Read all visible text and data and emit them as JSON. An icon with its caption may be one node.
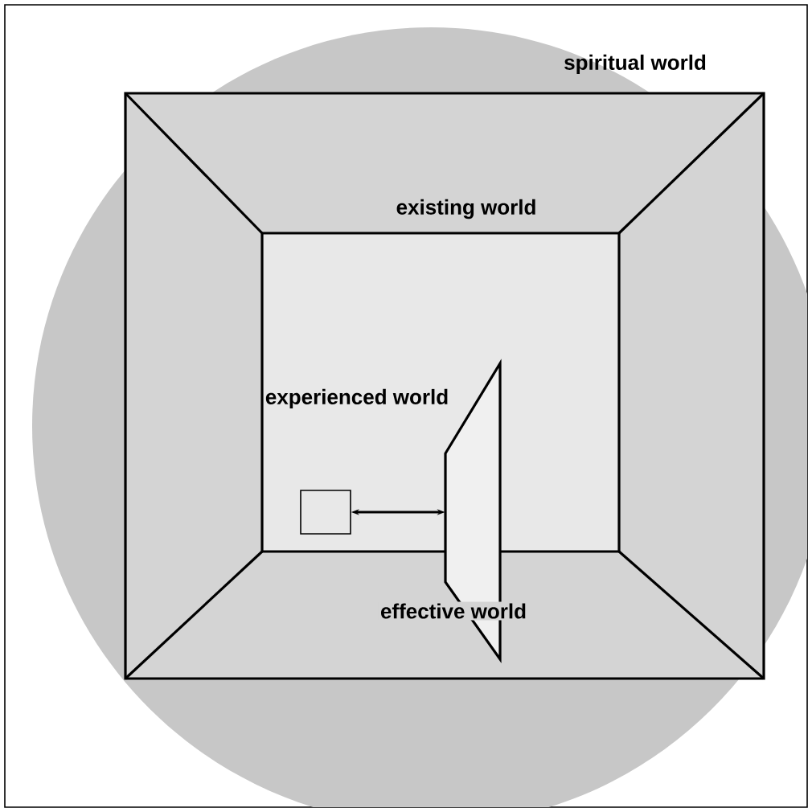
{
  "diagram": {
    "nodes": [
      {
        "text": [
          "spiritual world"
        ]
      },
      {
        "text": [
          "existing world"
        ],
        "in": 0
      },
      {
        "text": [
          "experienced world"
        ],
        "in": 1
      },
      {
        "text": [],
        "shape": "box",
        "in": 2
      },
      {
        "text": [
          "effective world"
        ],
        "in": 1
      }
    ],
    "edges": [
      {
        "from": 3,
        "to": 4,
        "arrow": "both"
      }
    ]
  }
}
